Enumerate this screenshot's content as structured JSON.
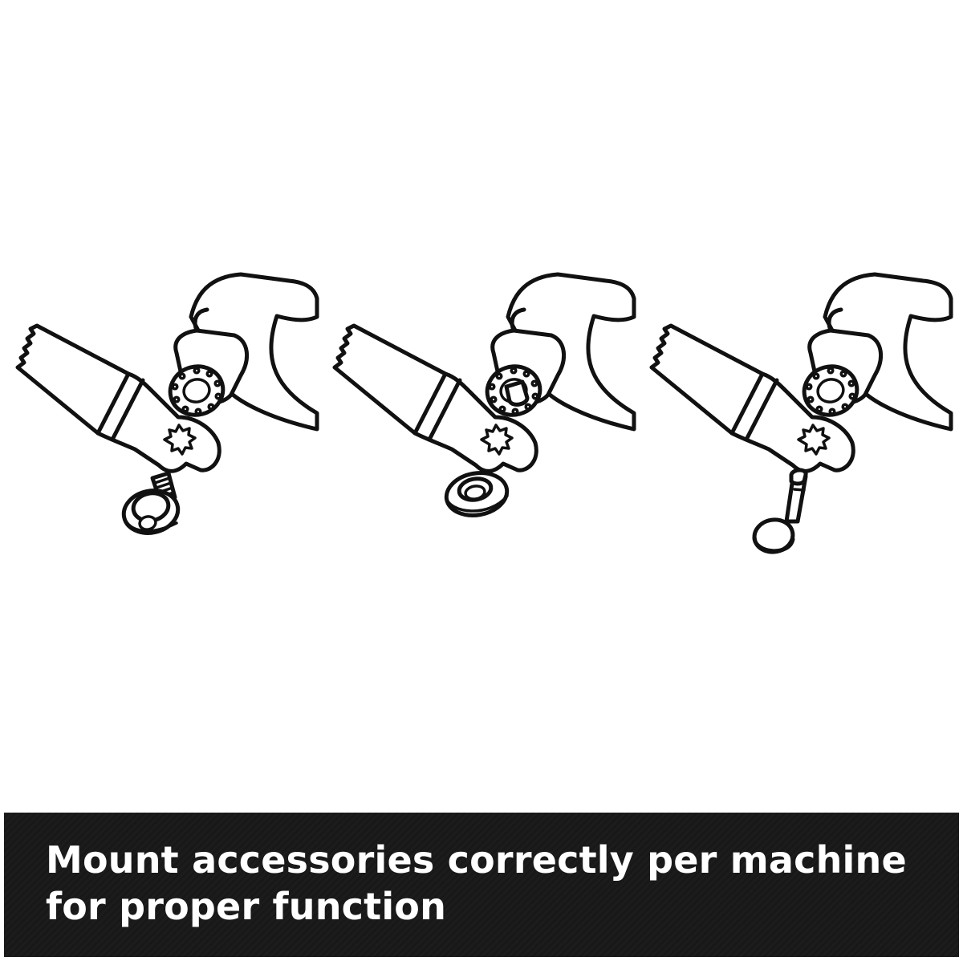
{
  "caption": {
    "text": "Mount accessories correctly per machine for proper function",
    "background": "#1a1a1a",
    "text_color": "#ffffff"
  },
  "illustrations": [
    {
      "name": "tool-with-bolt-mount",
      "fastener_icon": "flange-bolt-icon"
    },
    {
      "name": "tool-with-washer-mount",
      "fastener_icon": "washer-icon"
    },
    {
      "name": "tool-with-pin-mount",
      "fastener_icon": "quick-pin-icon"
    }
  ]
}
